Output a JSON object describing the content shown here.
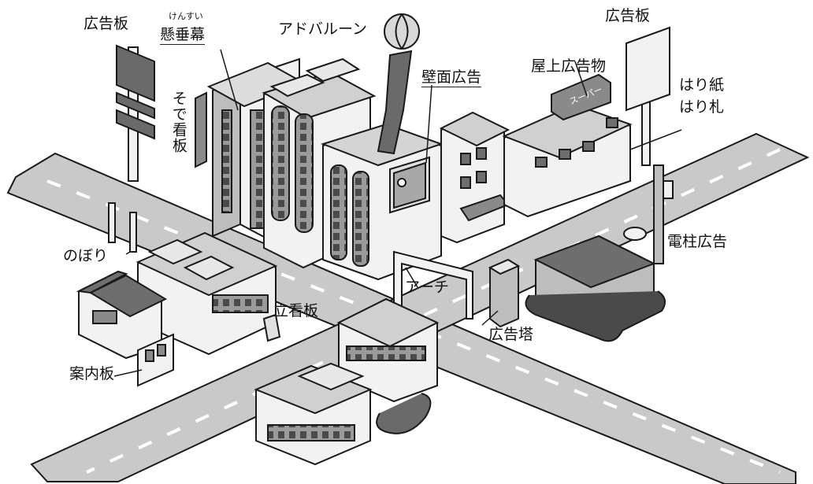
{
  "labels": {
    "billboard_left": "広告板",
    "hanging_banner_ruby": "けんすい",
    "hanging_banner": "懸垂幕",
    "ad_balloon": "アドバルーン",
    "wall_ad": "壁面広告",
    "billboard_right": "広告板",
    "rooftop_sign": "屋上広告物",
    "posters_line1": "はり紙",
    "posters_line2": "はり札",
    "projecting_sign": "そで看板",
    "nobori_flags": "のぼり",
    "utility_pole_ad": "電柱広告",
    "arch": "アーチ",
    "standing_sign": "立看板",
    "ad_tower": "広告塔",
    "guide_board": "案内板",
    "supermarket_sign": "スーパー"
  },
  "colors": {
    "road": "#c9c9c9",
    "outline": "#1a1a1a",
    "building_light": "#f2f2f2",
    "building_mid": "#bdbdbd",
    "building_dark": "#6e6e6e",
    "roof": "#8a8a8a",
    "billboard": "#6a6a6a"
  }
}
